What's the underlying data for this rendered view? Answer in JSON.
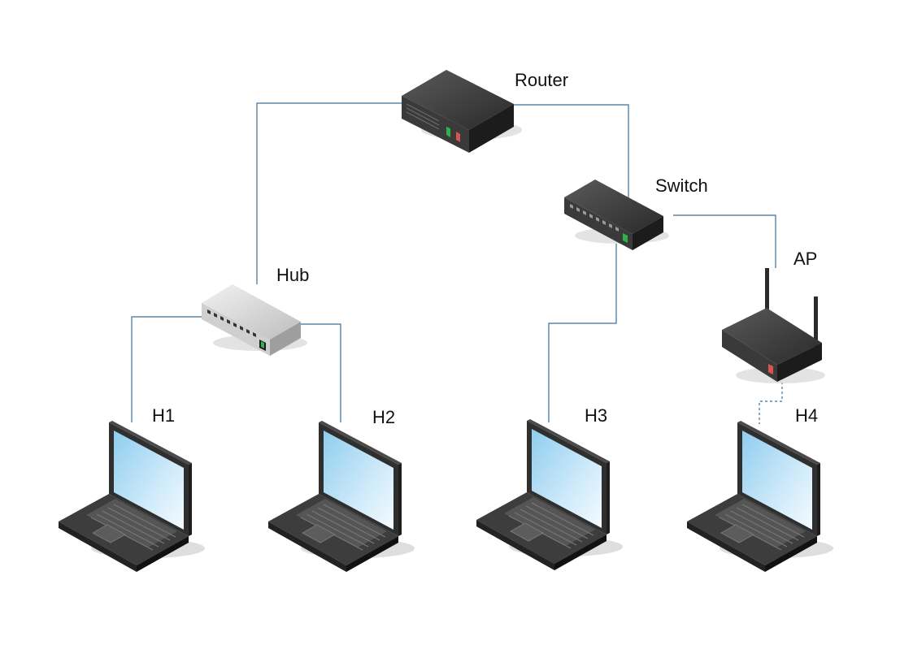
{
  "diagram": {
    "nodes": {
      "router": {
        "label": "Router",
        "type": "router-icon"
      },
      "switch": {
        "label": "Switch",
        "type": "switch-icon"
      },
      "hub": {
        "label": "Hub",
        "type": "hub-icon"
      },
      "ap": {
        "label": "AP",
        "type": "access-point-icon"
      },
      "h1": {
        "label": "H1",
        "type": "laptop-icon"
      },
      "h2": {
        "label": "H2",
        "type": "laptop-icon"
      },
      "h3": {
        "label": "H3",
        "type": "laptop-icon"
      },
      "h4": {
        "label": "H4",
        "type": "laptop-icon"
      }
    },
    "links": [
      {
        "from": "Router",
        "to": "Hub",
        "style": "wired"
      },
      {
        "from": "Router",
        "to": "Switch",
        "style": "wired"
      },
      {
        "from": "Switch",
        "to": "AP",
        "style": "wired"
      },
      {
        "from": "Switch",
        "to": "H3",
        "style": "wired"
      },
      {
        "from": "Hub",
        "to": "H1",
        "style": "wired"
      },
      {
        "from": "Hub",
        "to": "H2",
        "style": "wired"
      },
      {
        "from": "AP",
        "to": "H4",
        "style": "wireless"
      }
    ],
    "colors": {
      "link": "#3a6d9a",
      "device_dark": "#2b2b2b",
      "device_light": "#d9d9d9",
      "screen": "#a9d6f0",
      "led_green": "#2fb24a",
      "led_red": "#d9534f"
    }
  }
}
